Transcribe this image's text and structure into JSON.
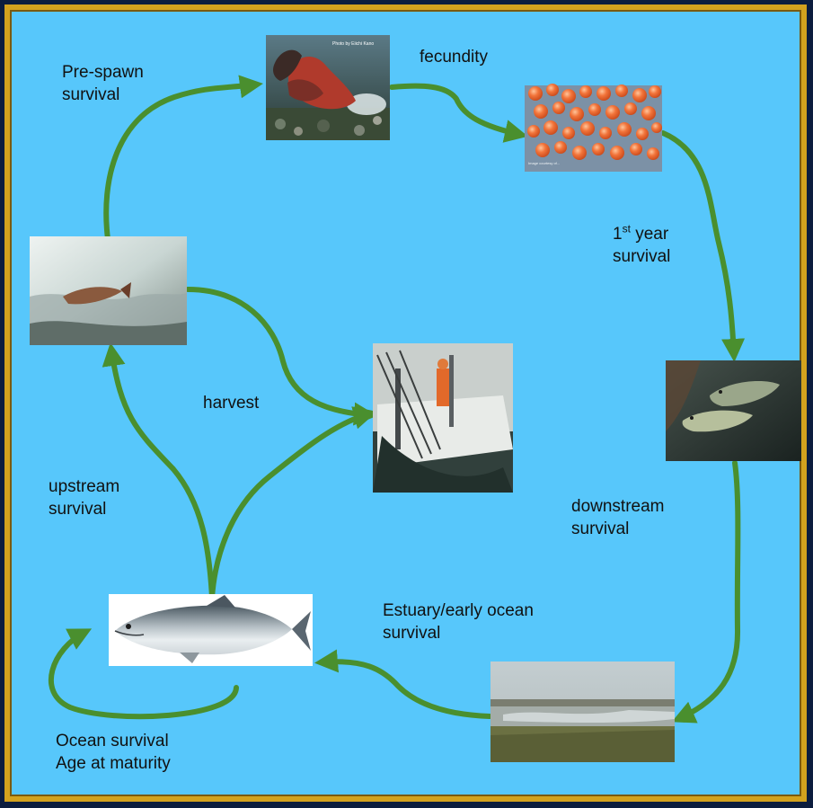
{
  "colors": {
    "background": "#57c7fb",
    "border": "#d3a21e",
    "arrow": "#4a8f2e",
    "text": "#111111"
  },
  "stages": [
    {
      "id": "spawning",
      "depiction": "salmon spawning underwater photo",
      "caption": "Photo by Eiichi Kano"
    },
    {
      "id": "eggs",
      "depiction": "salmon eggs photo",
      "caption": "Image courtesy of..."
    },
    {
      "id": "juveniles",
      "depiction": "juvenile salmon photo"
    },
    {
      "id": "estuary",
      "depiction": "estuary marsh photo"
    },
    {
      "id": "adult-ocean",
      "depiction": "adult salmon illustration"
    },
    {
      "id": "river-return",
      "depiction": "salmon leaping rapids photo"
    },
    {
      "id": "harvest",
      "depiction": "fishing boat with net photo"
    }
  ],
  "labels": {
    "prespawn_1": "Pre-spawn",
    "prespawn_2": "survival",
    "fecundity": "fecundity",
    "first_num": "1",
    "first_sup": "st",
    "first_rest": " year",
    "first_2": "survival",
    "downstream_1": "downstream",
    "downstream_2": "survival",
    "estuary_1": "Estuary/early ocean",
    "estuary_2": "survival",
    "ocean_1": "Ocean survival",
    "ocean_2": "Age at maturity",
    "upstream_1": "upstream",
    "upstream_2": "survival",
    "harvest": "harvest"
  }
}
